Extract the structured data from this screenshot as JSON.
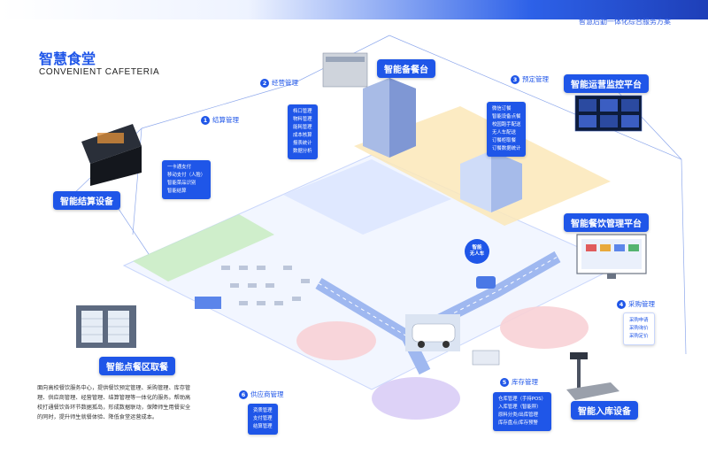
{
  "header": {
    "solution": "智慧后勤一体化综合服务方案"
  },
  "page": {
    "title": "智慧食堂",
    "subtitle": "CONVENIENT CAFETERIA",
    "description": "面向高校餐饮服务中心，提供餐饮预定管理、采购管理、库存管理、供应商管理、经营管理、结算管理等一体化的服务。帮助高校打通餐饮各环节数据孤岛，形成数据联动，保障师生用餐安全的同时，提升师生就餐体验、降低食堂运营成本。"
  },
  "tags": {
    "settle_device": "智能结算设备",
    "prep_station": "智能备餐台",
    "ops_monitor": "智能运营监控平台",
    "catering_platform": "智能餐饮管理平台",
    "pickup": "智能点餐区取餐",
    "warehouse_device": "智能入库设备",
    "unmanned_car": "智能\n无人车"
  },
  "steps": [
    {
      "num": "1",
      "label": "结算管理",
      "items": [
        "一卡通支付",
        "移动支付（人脸）",
        "智能菜品识别",
        "智能结算"
      ]
    },
    {
      "num": "2",
      "label": "经营管理",
      "items": [
        "档口管理",
        "物料管理",
        "能耗管理",
        "成本核算",
        "报表统计",
        "数据分析"
      ]
    },
    {
      "num": "3",
      "label": "预定管理",
      "items": [
        "微信订餐",
        "智能设备点餐",
        "校园跑手配送",
        "无人车配送",
        "订餐柜取餐",
        "订餐数据统计"
      ]
    },
    {
      "num": "4",
      "label": "采购管理",
      "items": [
        "采购申请",
        "采购询价",
        "采购定价"
      ]
    },
    {
      "num": "5",
      "label": "库存管理",
      "items": [
        "仓库管理（手持POS）",
        "入库管理（智能秤）",
        "原料分类/出库管理",
        "库存盘点/库存预警"
      ]
    },
    {
      "num": "6",
      "label": "供应商管理",
      "items": [
        "资质管理",
        "支付管理",
        "结算管理"
      ]
    }
  ],
  "colors": {
    "brand": "#1f56e8",
    "zone_green": "#c9ecc2",
    "zone_yellow": "#fbe7b8",
    "zone_pink": "#f8d2d6",
    "zone_purple": "#d9cdf6",
    "road": "#9fb8f0"
  }
}
